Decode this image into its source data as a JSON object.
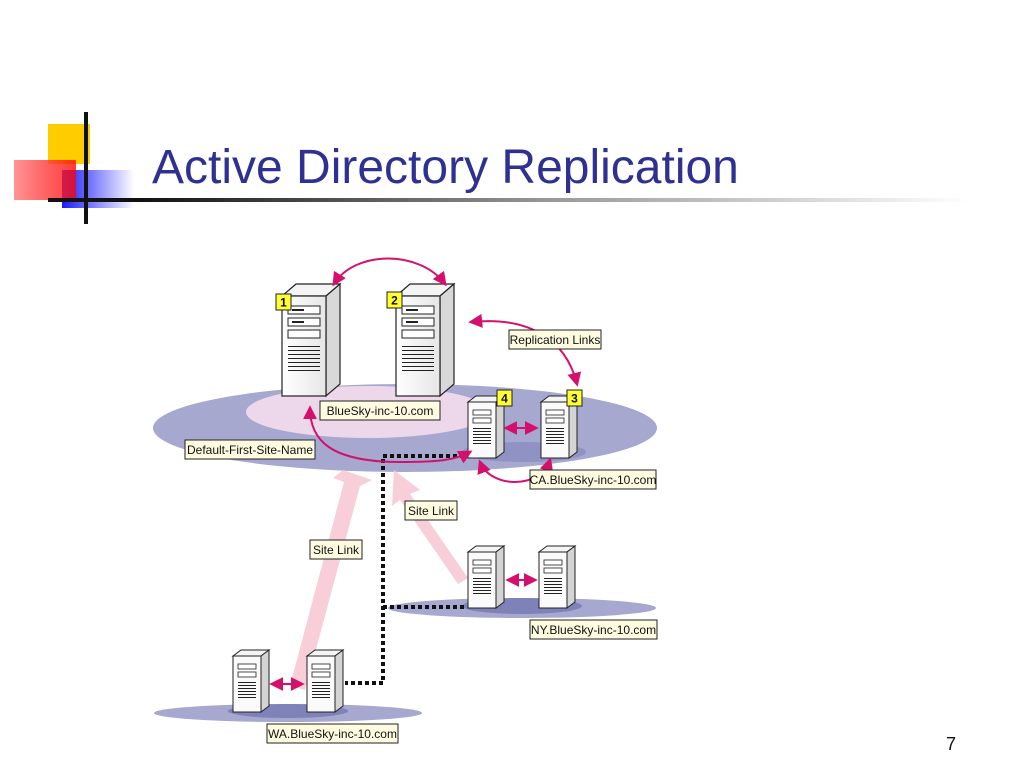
{
  "slide": {
    "title": "Active Directory Replication",
    "page_number": "7"
  },
  "diagram": {
    "server_badges": [
      "1",
      "2",
      "4",
      "3"
    ],
    "labels": {
      "replication_links": "Replication Links",
      "domain_root": "BlueSky-inc-10.com",
      "default_site": "Default-First-Site-Name",
      "domain_ca": "CA.BlueSky-inc-10.com",
      "site_link_1": "Site Link",
      "site_link_2": "Site Link",
      "domain_ny": "NY.BlueSky-inc-10.com",
      "domain_wa": "WA.BlueSky-inc-10.com"
    }
  },
  "colors": {
    "title": "#2e3192",
    "site_ellipse": "#a6a8d0",
    "domain_ellipse": "#ecd8ea",
    "replication_arrow": "#d4106c",
    "site_link_arrow": "#f8cfd8",
    "label_box": "#fffbe0",
    "badge": "#ffff33"
  }
}
